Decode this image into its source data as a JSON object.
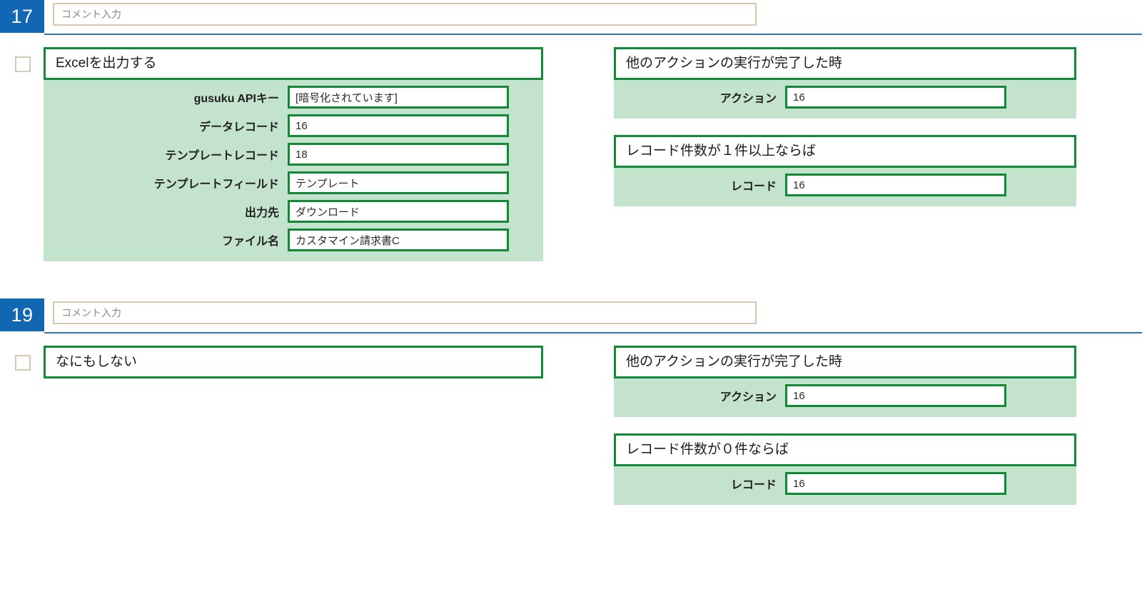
{
  "blocks": [
    {
      "index": "17",
      "comment": {
        "value": "",
        "placeholder": "コメント入力"
      },
      "checkbox_checked": false,
      "action_card": {
        "title": "Excelを出力する",
        "fields": [
          {
            "label": "gusuku APIキー",
            "value": "[暗号化されています]"
          },
          {
            "label": "データレコード",
            "value": "16"
          },
          {
            "label": "テンプレートレコード",
            "value": "18"
          },
          {
            "label": "テンプレートフィールド",
            "value": "テンプレート"
          },
          {
            "label": "出力先",
            "value": "ダウンロード"
          },
          {
            "label": "ファイル名",
            "value": "カスタマイン請求書C"
          }
        ]
      },
      "condition_cards": [
        {
          "title": "他のアクションの実行が完了した時",
          "fields": [
            {
              "label": "アクション",
              "value": "16"
            }
          ]
        },
        {
          "title": "レコード件数が１件以上ならば",
          "fields": [
            {
              "label": "レコード",
              "value": "16"
            }
          ]
        }
      ]
    },
    {
      "index": "19",
      "comment": {
        "value": "",
        "placeholder": "コメント入力"
      },
      "checkbox_checked": false,
      "action_card": {
        "title": "なにもしない",
        "fields": []
      },
      "condition_cards": [
        {
          "title": "他のアクションの実行が完了した時",
          "fields": [
            {
              "label": "アクション",
              "value": "16"
            }
          ]
        },
        {
          "title": "レコード件数が０件ならば",
          "fields": [
            {
              "label": "レコード",
              "value": "16"
            }
          ]
        }
      ]
    }
  ],
  "colors": {
    "index_badge_bg": "#1267b2",
    "index_badge_text": "#ffffff",
    "divider": "#2f76bd",
    "card_border_green": "#118a36",
    "card_body_green": "#c3e3cd",
    "input_border_tan": "#d9c8b0"
  }
}
